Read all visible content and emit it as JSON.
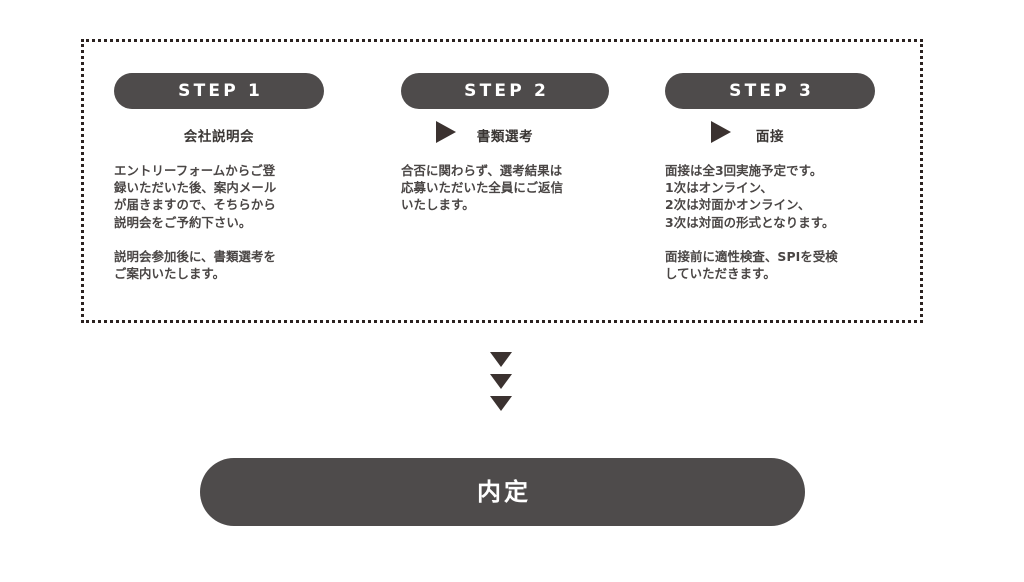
{
  "theme": {
    "background": "#ffffff",
    "pill_fill": "#4e4b4b",
    "pill_text": "#ffffff",
    "arrow_color": "#3b3230",
    "border_color": "#2b2220",
    "heading_color": "#3a3634",
    "body_color": "#4a4645"
  },
  "flow": {
    "steps": [
      {
        "pill_label": "STEP 1",
        "heading": "会社説明会",
        "body_paragraphs": [
          "エントリーフォームからご登\n録いただいた後、案内メール\nが届きますので、そちらから\n説明会をご予約下さい。",
          "説明会参加後に、書類選考を\nご案内いたします。"
        ]
      },
      {
        "pill_label": "STEP 2",
        "heading": "書類選考",
        "body_paragraphs": [
          "合否に関わらず、選考結果は\n応募いただいた全員にご返信\nいたします。"
        ]
      },
      {
        "pill_label": "STEP 3",
        "heading": "面接",
        "body_paragraphs": [
          "面接は全3回実施予定です。\n1次はオンライン、\n2次は対面かオンライン、\n3次は対面の形式となります。",
          "面接前に適性検査、SPIを受検\nしていただきます。"
        ]
      }
    ],
    "step_connectors": [
      {
        "icon": "triangle-right-icon"
      },
      {
        "icon": "triangle-right-icon"
      }
    ],
    "flow_down_icons": [
      {
        "icon": "triangle-down-icon"
      },
      {
        "icon": "triangle-down-icon"
      },
      {
        "icon": "triangle-down-icon"
      }
    ],
    "outcome": {
      "label": "内定"
    }
  }
}
